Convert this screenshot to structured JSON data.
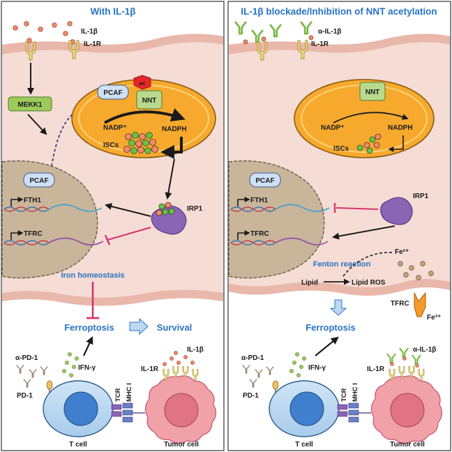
{
  "panels": {
    "left": {
      "title": "With IL-1β",
      "il1b": "IL-1β",
      "il1r": "IL-1R",
      "mekk1": "MEKK1",
      "pcaf_mito": "PCAF",
      "ac": "ac",
      "nnt": "NNT",
      "nadp": "NADP⁺",
      "nadph": "NADPH",
      "iscs": "ISCs",
      "pcaf_nucleus": "PCAF",
      "fth1": "FTH1",
      "tfrc": "TFRC",
      "irp1": "IRP1",
      "iron_homeostasis": "Iron homeostasis",
      "ferroptosis": "Ferroptosis",
      "survival": "Survival",
      "alpha_pd1": "α-PD-1",
      "pd1": "PD-1",
      "ifn": "IFN-γ",
      "tcr": "TCR",
      "mhc": "MHC I",
      "il1r_tumor": "IL-1R",
      "il1b_tumor": "IL-1β",
      "t_cell": "T cell",
      "tumor_cell": "Tumor cell"
    },
    "right": {
      "title": "IL-1β blockade/Inhibition of NNT acetylation",
      "alpha_il1b": "α-IL-1β",
      "il1r": "IL-1R",
      "nnt": "NNT",
      "nadp": "NADP⁺",
      "nadph": "NADPH",
      "iscs": "ISCs",
      "pcaf_nucleus": "PCAF",
      "fth1": "FTH1",
      "tfrc": "TFRC",
      "irp1": "IRP1",
      "fenton": "Fenton reaction",
      "fe2": "Fe²⁺",
      "lipid": "Lipid",
      "lipid_ros": "Lipid ROS",
      "tfrc_membrane": "TFRC",
      "fe3": "Fe³⁺",
      "ferroptosis": "Ferroptosis",
      "alpha_pd1": "α-PD-1",
      "pd1": "PD-1",
      "ifn": "IFN-γ",
      "tcr": "TCR",
      "mhc": "MHC I",
      "il1r_tumor": "IL-1R",
      "alpha_il1b_tumor": "α-IL-1β",
      "t_cell": "T cell",
      "tumor_cell": "Tumor cell"
    }
  },
  "colors": {
    "title_blue": "#2a73c4",
    "cytoplasm": "#f5dcd4",
    "membrane": "#f0c9bd",
    "mitochondria": "#f7a92e",
    "nucleus": "#c9b59a",
    "irp1_purple": "#8a64b5",
    "inhibition_red": "#d6336c",
    "antibody_green": "#79b843",
    "receptor_yellow": "#eedc8a",
    "ligand_orange": "#f08b6a"
  }
}
